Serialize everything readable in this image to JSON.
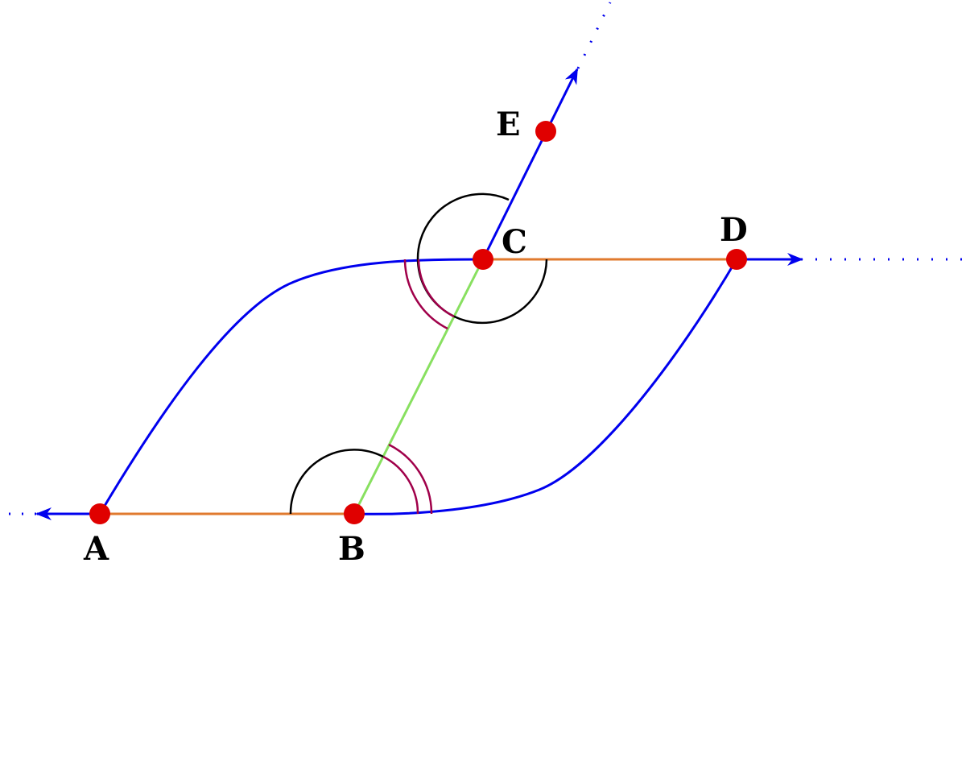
{
  "points": {
    "A": {
      "label": "A"
    },
    "B": {
      "label": "B"
    },
    "C": {
      "label": "C"
    },
    "D": {
      "label": "D"
    },
    "E": {
      "label": "E"
    }
  },
  "colors": {
    "curve": "#0000ee",
    "segment": "#e07a2e",
    "transversal": "#88e060",
    "point": "#e00000",
    "angle_mark": "#000000",
    "equal_angle_mark": "#a0004a"
  }
}
